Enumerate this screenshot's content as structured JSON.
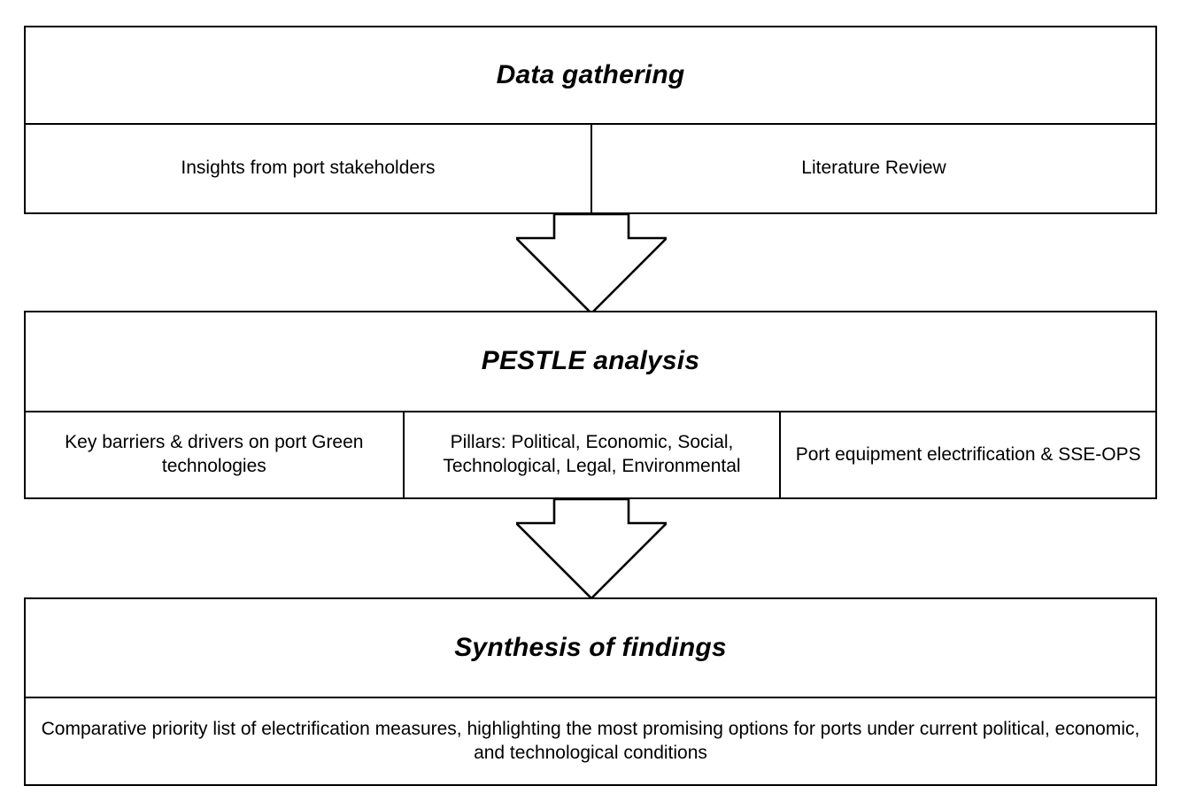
{
  "diagram": {
    "type": "flowchart",
    "orientation": "vertical",
    "title": "",
    "stages": [
      {
        "id": "data-gathering",
        "title": "Data gathering",
        "cells": [
          "Insights from port stakeholders",
          "Literature Review"
        ]
      },
      {
        "id": "pestle-analysis",
        "title": "PESTLE analysis",
        "cells": [
          "Key barriers & drivers on port Green technologies",
          "Pillars: Political, Economic, Social, Technological, Legal, Environmental",
          "Port equipment electrification & SSE-OPS"
        ]
      },
      {
        "id": "synthesis-of-findings",
        "title": "Synthesis of findings",
        "cells": [
          "Comparative priority list of electrification measures, highlighting the most promising options for ports under current political, economic, and technological conditions"
        ]
      }
    ],
    "connectors": [
      {
        "id": "arrow-gathering-to-pestle",
        "icon": "down-block-arrow-icon",
        "from": "data-gathering",
        "to": "pestle-analysis"
      },
      {
        "id": "arrow-pestle-to-synthesis",
        "icon": "down-block-arrow-icon",
        "from": "pestle-analysis",
        "to": "synthesis-of-findings"
      }
    ],
    "colors": {
      "background": "#ffffff",
      "stroke": "#000000",
      "text": "#000000"
    }
  }
}
